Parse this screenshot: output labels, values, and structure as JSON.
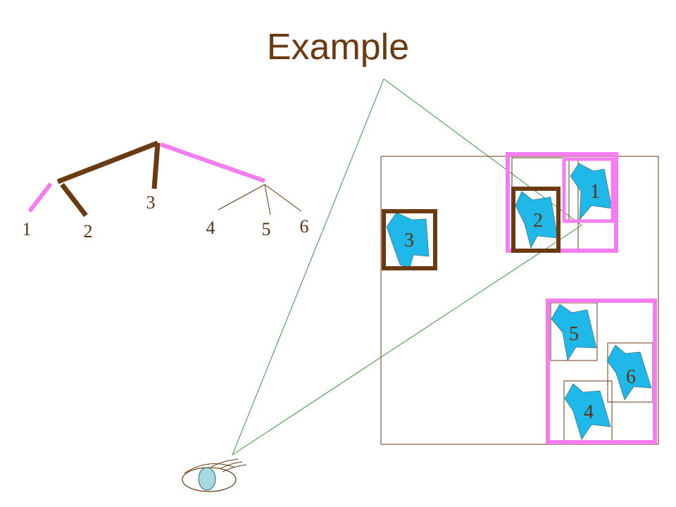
{
  "title": "Example",
  "colors": {
    "brown": "#6b3a10",
    "pink": "#f47ef0",
    "object": "#1fb8e8",
    "view": "#3a9a3a",
    "eye": "#a8d8e0"
  },
  "tree": {
    "labels": [
      "1",
      "2",
      "3",
      "4",
      "5",
      "6"
    ]
  },
  "scene": {
    "objects": [
      "1",
      "2",
      "3",
      "5",
      "6",
      "4"
    ]
  }
}
